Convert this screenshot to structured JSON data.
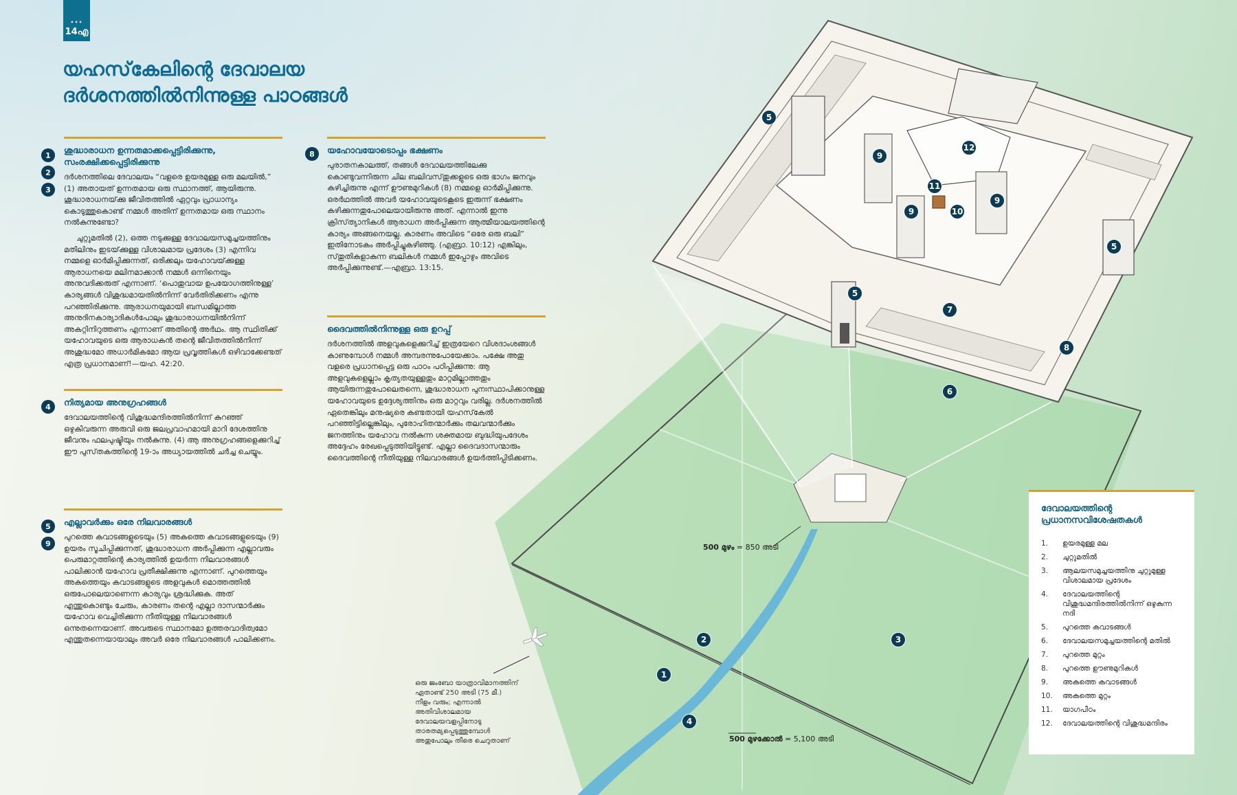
{
  "page_tab": {
    "label": "14എ"
  },
  "title_lines": [
    "യഹസ്‌കേലിന്റെ ദേവാലയ",
    "ദർശനത്തിൽനിന്നുള്ള പാഠങ്ങൾ"
  ],
  "sections": {
    "s1": {
      "markers": [
        "1",
        "2",
        "3"
      ],
      "heading": "ശുദ്ധാരാധന ഉന്നതമാക്കപ്പെട്ടിരിക്കുന്നു, സംരക്ഷിക്കപ്പെട്ടിരിക്കുന്നു",
      "p1": "ദർശനത്തിലെ ദേവാലയം “വളരെ ഉയരമുള്ള ഒരു മലയിൽ,” (1) അതായത്‌ ഉന്നതമായ ഒരു സ്ഥാനത്ത്‌, ആയിരുന്നു. ശുദ്ധാരാധനയ്‌ക്കു ജീവിതത്തിൽ ഏറ്റവും പ്രാധാന്യം കൊടുത്തുകൊണ്ട്‌ നമ്മൾ അതിന്‌ ഉന്നതമായ ഒരു സ്ഥാനം നൽകുന്നുണ്ടോ?",
      "p2": "ചുറ്റുമതിൽ (2), ഒത്ത നടുക്കുള്ള ദേവാലയസമുച്ചയത്തിനും മതിലിനും ഇടയ്‌ക്കുള്ള വിശാലമായ പ്രദേശം (3) എന്നിവ നമ്മളെ ഓർമിപ്പിക്കുന്നത്‌, ഒരിക്കലും യഹോവയ്‌ക്കുള്ള ആരാധനയെ മലിനമാക്കാൻ നമ്മൾ ഒന്നിനെയും അനുവദിക്കരുത്‌ എന്നാണ്‌. ‘പൊതുവായ ഉപയോഗത്തിനുള്ള’ കാര്യങ്ങൾ വിശുദ്ധമായതിൽനിന്ന്‌ വേർതിരിക്കണം എന്നു പറഞ്ഞിരിക്കുന്നു. ആരാധനയുമായി ബന്ധമില്ലാത്ത അനുദിനകാര്യാദികൾപോലും ശുദ്ധാരാധനയിൽനിന്ന്‌ അകറ്റിനിറുത്തണം എന്നാണ്‌ അതിന്റെ അർഥം. ആ സ്ഥിതിക്ക്‌ യഹോവയുടെ ഒരു ആരാധകൻ തന്റെ ജീവിതത്തിൽനിന്ന്‌ അശുദ്ധമോ അധാർമികമോ ആയ പ്രവൃത്തികൾ ഒഴിവാക്കേണ്ടത്‌ എത്ര പ്രധാനമാണ്‌!—യഹ. 42:20."
    },
    "s4": {
      "markers": [
        "4"
      ],
      "heading": "നിത്യമായ അനുഗ്രഹങ്ങൾ",
      "p1": "ദേവാലയത്തിന്റെ വിശുദ്ധമന്ദിരത്തിൽനിന്ന്‌ കുറഞ്ഞ്‌ ഒഴുകിവരുന്ന അരുവി ഒരു ജലപ്രവാഹമായി മാറി ദേശത്തിനു ജീവനും ഫലപുഷ്ടിയും നൽകുന്നു. (4) ആ അനുഗ്രഹങ്ങളെക്കുറിച്ച്‌ ഈ പുസ്‌തകത്തിന്റെ 19-ാം അധ്യായത്തിൽ ചർച്ച ചെയ്യും."
    },
    "s5": {
      "markers": [
        "5",
        "9"
      ],
      "heading": "എല്ലാവർക്കും ഒരേ നിലവാരങ്ങൾ",
      "p1": "പുറത്തെ കവാടങ്ങളുടെയും (5) അകത്തെ കവാടങ്ങളുടെയും (9) ഉയരം സൂചിപ്പിക്കുന്നത്‌, ശുദ്ധാരാധന അർപ്പിക്കുന്ന എല്ലാവരും പെരുമാറ്റത്തിന്റെ കാര്യത്തിൽ ഉയർന്ന നിലവാരങ്ങൾ പാലിക്കാൻ യഹോവ പ്രതീക്ഷിക്കുന്നു എന്നാണ്‌. പുറത്തെയും അകത്തെയും കവാടങ്ങളുടെ അളവുകൾ മൊത്തത്തിൽ ഒരുപോലെയാണെന്ന കാര്യവും ശ്രദ്ധിക്കുക. അത്‌ എന്തുകൊണ്ടും ചേരും, കാരണം തന്റെ എല്ലാ ദാസന്മാർക്കും യഹോവ വെച്ചിരിക്കുന്ന നീതിയുള്ള നിലവാരങ്ങൾ ഒന്നുതന്നെയാണ്‌. അവരുടെ സ്ഥാനമോ ഉത്തരവാദിത്വമോ എന്തുതന്നെയായാലും അവർ ഒരേ നിലവാരങ്ങൾ പാലിക്കണം."
    },
    "s8": {
      "markers": [
        "8"
      ],
      "heading": "യഹോവയോടൊപ്പം ഭക്ഷണം",
      "p1": "പുരാതനകാലത്ത്‌, തങ്ങൾ ദേവാലയത്തിലേക്കു കൊണ്ടുവന്നിരുന്ന ചില ബലിവസ്‌തുക്കളുടെ ഒരു ഭാഗം ജനവും കഴിച്ചിരുന്നു എന്ന്‌ ഊണുമുറികൾ (8) നമ്മളെ ഓർമിപ്പിക്കുന്നു. ഒരർഥത്തിൽ അവർ യഹോവയുടെകൂടെ ഇരുന്ന്‌ ഭക്ഷണം കഴിക്കുന്നതുപോലെയായിരുന്നു അത്‌. എന്നാൽ ഇന്നു ക്രിസ്‌ത്യാനികൾ ആരാധന അർപ്പിക്കുന്ന ആത്മീയാലയത്തിന്റെ കാര്യം അങ്ങനെയല്ല. കാരണം അവിടെ “ഒരേ ഒരു ബലി” ഇതിനോടകം അർപ്പിച്ചുകഴിഞ്ഞു. (എബ്രാ. 10:12) എങ്കിലും, സ്‌തുതികളാകുന്ന ബലികൾ നമ്മൾ ഇപ്പോഴും അവിടെ അർപ്പിക്കുന്നുണ്ട്‌.—എബ്രാ. 13:15."
    },
    "s_assurance": {
      "heading": "ദൈവത്തിൽനിന്നുള്ള ഒരു ഉറപ്പ്‌",
      "p1": "ദർശനത്തിൽ അളവുകളെക്കുറിച്ച്‌ ഇത്രയേറെ വിശദാംശങ്ങൾ കാണുമ്പോൾ നമ്മൾ അമ്പരന്നുപോയേക്കാം. പക്ഷേ അതു വളരെ പ്രധാനപ്പെട്ട ഒരു പാഠം പഠിപ്പിക്കുന്നു: ആ അളവുകളെല്ലാം കൃത്യതയുള്ളതും മാറ്റമില്ലാത്തതും ആയിരുന്നതുപോലെതന്നെ, ശുദ്ധാരാധന പുനഃസ്ഥാപിക്കാനുള്ള യഹോവയുടെ ഉദ്ദേശ്യത്തിനും ഒരു മാറ്റവും വരില്ല. ദർശനത്തിൽ ഏതെങ്കിലും മനുഷ്യരെ കണ്ടതായി യഹസ്‌കേൽ പറഞ്ഞിട്ടില്ലെങ്കിലും, പുരോഹിതന്മാർക്കും തലവന്മാർക്കും ജനത്തിനും യഹോവ നൽകുന്ന ശക്തമായ ബുദ്ധിയുപദേശം അദ്ദേഹം രേഖപ്പെടുത്തിയിട്ടുണ്ട്‌. എല്ലാ ദൈവദാസന്മാരും ദൈവത്തിന്റെ നീതിയുള്ള നിലവാരങ്ങൾ ഉയർത്തിപ്പിടിക്കണം."
    }
  },
  "illustration": {
    "markers": [
      "1",
      "2",
      "3",
      "4",
      "5",
      "5",
      "5",
      "6",
      "7",
      "8",
      "9",
      "9",
      "9",
      "10",
      "11",
      "12"
    ],
    "measure_inner": {
      "bold": "500 മുഴം",
      "rest": " = 850 അടി"
    },
    "measure_outer": {
      "bold": "500 മുഴക്കോൽ",
      "rest": " = 5,100 അടി"
    },
    "airplane_note": "ഒരു ജംബോ യാത്രാവിമാനത്തിന്‌ ഏതാണ്ട്‌ 250 അടി (75 മീ.) നീളം വരും; എന്നാൽ അതിവിശാലമായ ദേവാലയവളപ്പിനോടു താരതമ്യപ്പെടുത്തുമ്പോൾ അതുപോലും തീരെ ചെറുതാണ്‌"
  },
  "legend": {
    "title": "ദേവാലയത്തിന്റെ പ്രധാനസവിശേഷതകൾ",
    "items": [
      {
        "n": "1.",
        "text": "ഉയരമുള്ള മല"
      },
      {
        "n": "2.",
        "text": "ചുറ്റുമതിൽ"
      },
      {
        "n": "3.",
        "text": "ആലയസമുച്ചയത്തിനു ചുറ്റുമുള്ള വിശാലമായ പ്രദേശം"
      },
      {
        "n": "4.",
        "text": "ദേവാലയത്തിന്റെ വിശുദ്ധമന്ദിരത്തിൽനിന്ന്‌ ഒഴുകുന്ന നദി"
      },
      {
        "n": "5.",
        "text": "പുറത്തെ കവാടങ്ങൾ"
      },
      {
        "n": "6.",
        "text": "ദേവാലയസമുച്ചയത്തിന്റെ മതിൽ"
      },
      {
        "n": "7.",
        "text": "പുറത്തെ മുറ്റം"
      },
      {
        "n": "8.",
        "text": "പുറത്തെ ഊണുമുറികൾ"
      },
      {
        "n": "9.",
        "text": "അകത്തെ കവാടങ്ങൾ"
      },
      {
        "n": "10.",
        "text": "അകത്തെ മുറ്റം"
      },
      {
        "n": "11.",
        "text": "യാഗപീഠം"
      },
      {
        "n": "12.",
        "text": "ദേവാലയത്തിന്റെ വിശുദ്ധമന്ദിരം"
      }
    ]
  },
  "colors": {
    "accent_gold": "#d4a22e",
    "title_blue": "#0f6a93",
    "marker_navy": "#0c3b56",
    "field_green": "#a8d8a8",
    "river_blue": "#6ab7d8"
  }
}
